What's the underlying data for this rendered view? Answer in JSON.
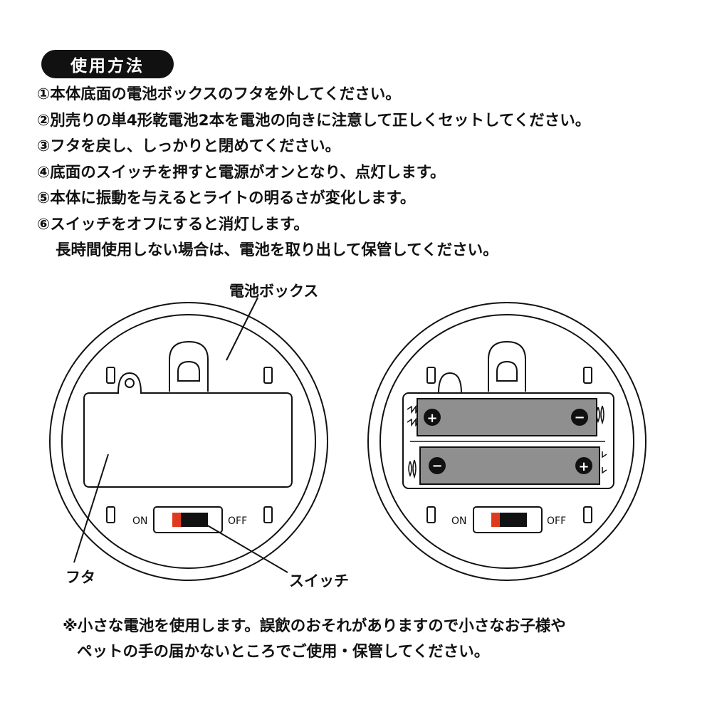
{
  "header": {
    "title": "使用方法"
  },
  "steps": [
    "①本体底面の電池ボックスのフタを外してください。",
    "②別売りの単4形乾電池2本を電池の向きに注意して正しくセットしてください。",
    "③フタを戻し、しっかりと閉めてください。",
    "④底面のスイッチを押すと電源がオンとなり、点灯します。",
    "⑤本体に振動を与えるとライトの明るさが変化します。",
    "⑥スイッチをオフにすると消灯します。",
    "長時間使用しない場合は、電池を取り出して保管してください。"
  ],
  "diagram": {
    "label_battery_box": "電池ボックス",
    "label_lid": "フタ",
    "label_switch": "スイッチ",
    "switch_on": "ON",
    "switch_off": "OFF",
    "terminal_plus": "+",
    "terminal_minus": "−",
    "colors": {
      "line": "#111111",
      "battery": "#8f8f8f",
      "switch_red": "#e03a1e"
    }
  },
  "notes": [
    "※小さな電池を使用します。誤飲のおそれがありますので小さなお子様や",
    "ペットの手の届かないところでご使用・保管してください。"
  ]
}
